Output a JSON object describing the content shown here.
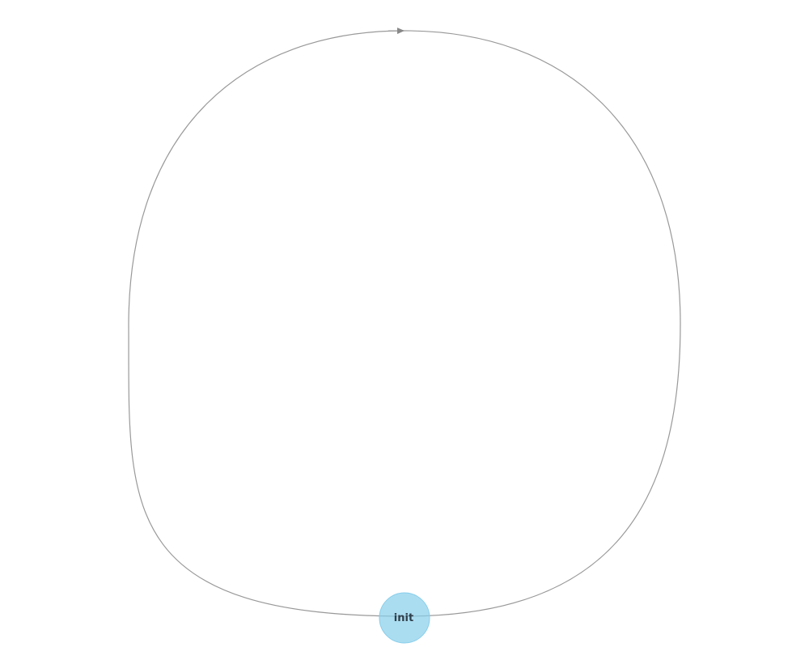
{
  "diagram": {
    "type": "state-graph",
    "nodes": [
      {
        "id": "init",
        "label": "init",
        "fill": "#87ceeb",
        "text_color": "#2f3f4a"
      }
    ],
    "edges": [
      {
        "from": "init",
        "to": "init",
        "kind": "self-loop",
        "color": "#999999"
      }
    ]
  }
}
